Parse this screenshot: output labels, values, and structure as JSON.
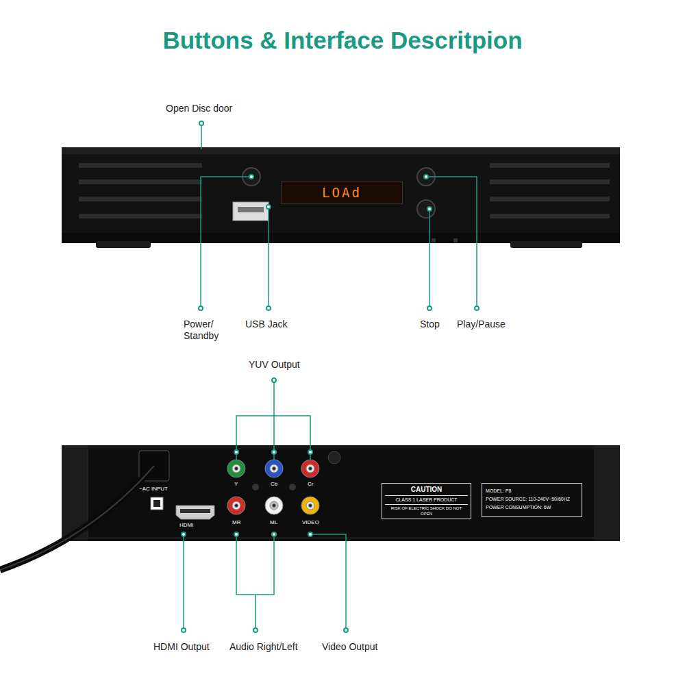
{
  "diagram": {
    "title": "Buttons & Interface Descritpion",
    "nodes": [
      {
        "text": [
          "LOAd"
        ]
      },
      {
        "text": [
          "CAUTION",
          "CLASS 1 LASER PRODUCT",
          "RISK OF ELECTRIC SHOCK DO NOT OPEN"
        ]
      },
      {
        "text": [
          "MODEL: P8",
          "POWER SOURCE: 110-240V~50/60HZ",
          "POWER CONSUMPTION: 6W"
        ]
      }
    ],
    "labels": [
      "Open Disc door",
      "Power/ Standby",
      "USB Jack",
      "Stop",
      "Play/Pause",
      "YUV Output",
      "~AC INPUT",
      "HDMI",
      "Y",
      "Cb",
      "Cr",
      "MR",
      "ML",
      "VIDEO",
      "HDMI Output",
      "Audio Right/Left",
      "Video Output"
    ]
  }
}
